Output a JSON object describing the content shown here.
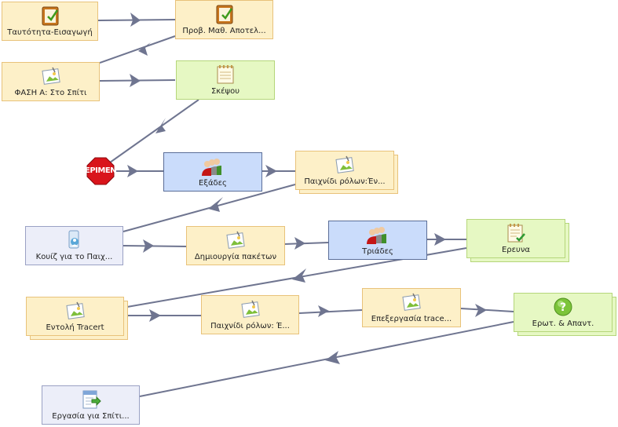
{
  "nodes": {
    "n1": "Ταυτότητα-Εισαγωγή",
    "n2": "Προβ. Μαθ. Αποτελ...",
    "n3": "ΦΑΣΗ Α: Στο Σπίτι",
    "n4": "Σκέψου",
    "n5": "Εξάδες",
    "n6": "Παιχνίδι ρόλων:Έν...",
    "n7": "Κουίζ για το Παιχ...",
    "n8": "Δημιουργία πακέτων",
    "n9": "Τριάδες",
    "n10": "Ερευνα",
    "n11": "Εντολή Tracert",
    "n12": "Παιχνίδι ρόλων: Έ...",
    "n13": "Επεξεργασία trace...",
    "n14": "Ερωτ. & Απαντ.",
    "n15": "Εργασία για Σπίτι..."
  },
  "gate": {
    "label": "ΕΡΙΜΕΝ"
  },
  "colors": {
    "edge": "#6f7590",
    "yellow": "#fdf0c8",
    "green": "#e6f8c3",
    "blue": "#cadcfb",
    "lavender": "#eceef9",
    "stop": "#d9141b"
  }
}
